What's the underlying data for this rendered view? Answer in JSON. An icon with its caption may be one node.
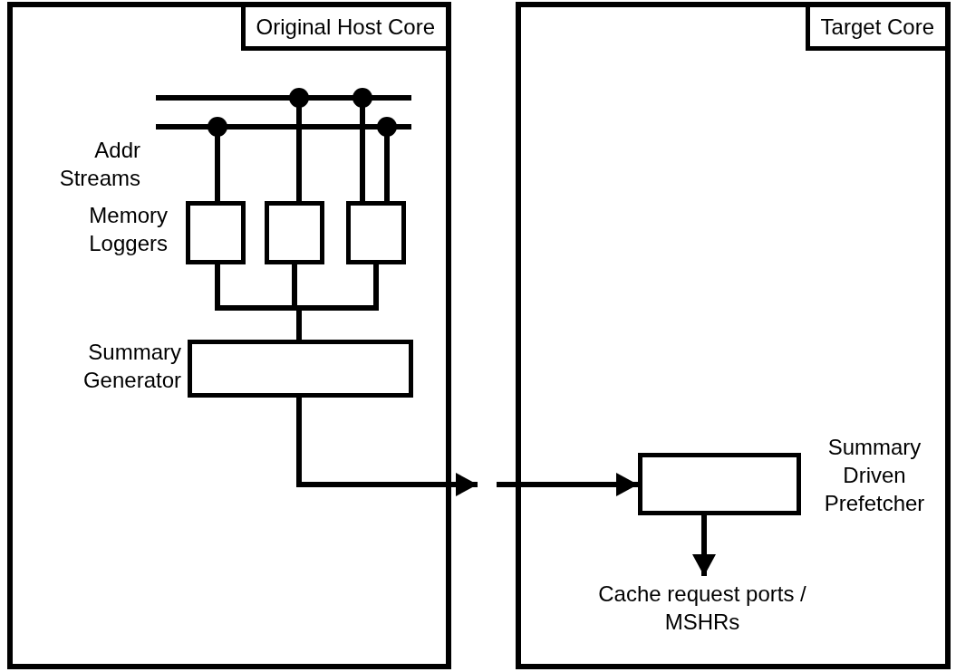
{
  "diagram": {
    "nodes": [
      {
        "text": [
          "Original Host Core"
        ]
      },
      {
        "text": [
          "Target Core"
        ]
      },
      {
        "text": [],
        "shape": "bar",
        "in": 0
      },
      {
        "text": [],
        "shape": "bar",
        "in": 0
      },
      {
        "text": [],
        "shape": "box",
        "in": 0
      },
      {
        "text": [],
        "shape": "box",
        "in": 0
      },
      {
        "text": [],
        "shape": "box",
        "in": 0
      },
      {
        "text": [],
        "shape": "box",
        "in": 0,
        "beside": [
          "Summary Generator"
        ]
      },
      {
        "text": [],
        "shape": "box",
        "in": 1,
        "beside": [
          "Summary Driven Prefetcher"
        ]
      },
      {
        "text": [
          "Cache request ports / MSHRs"
        ],
        "in": 1
      }
    ],
    "edges": [
      {
        "from": 3,
        "to": 4,
        "arrow": "other"
      },
      {
        "from": 2,
        "to": 5,
        "arrow": "other"
      },
      {
        "from": 2,
        "to": 6,
        "arrow": "other"
      },
      {
        "from": 3,
        "to": 6,
        "arrow": "other"
      },
      {
        "from": 4,
        "to": 7,
        "arrow": "none"
      },
      {
        "from": 5,
        "to": 7,
        "arrow": "none"
      },
      {
        "from": 6,
        "to": 7,
        "arrow": "none"
      },
      {
        "from": 7,
        "to": null,
        "arrow": "to"
      },
      {
        "from": null,
        "to": 8,
        "arrow": "to"
      },
      {
        "from": 8,
        "to": 9,
        "arrow": "to"
      }
    ],
    "labels": [
      "Addr Streams",
      "Memory Loggers"
    ]
  }
}
